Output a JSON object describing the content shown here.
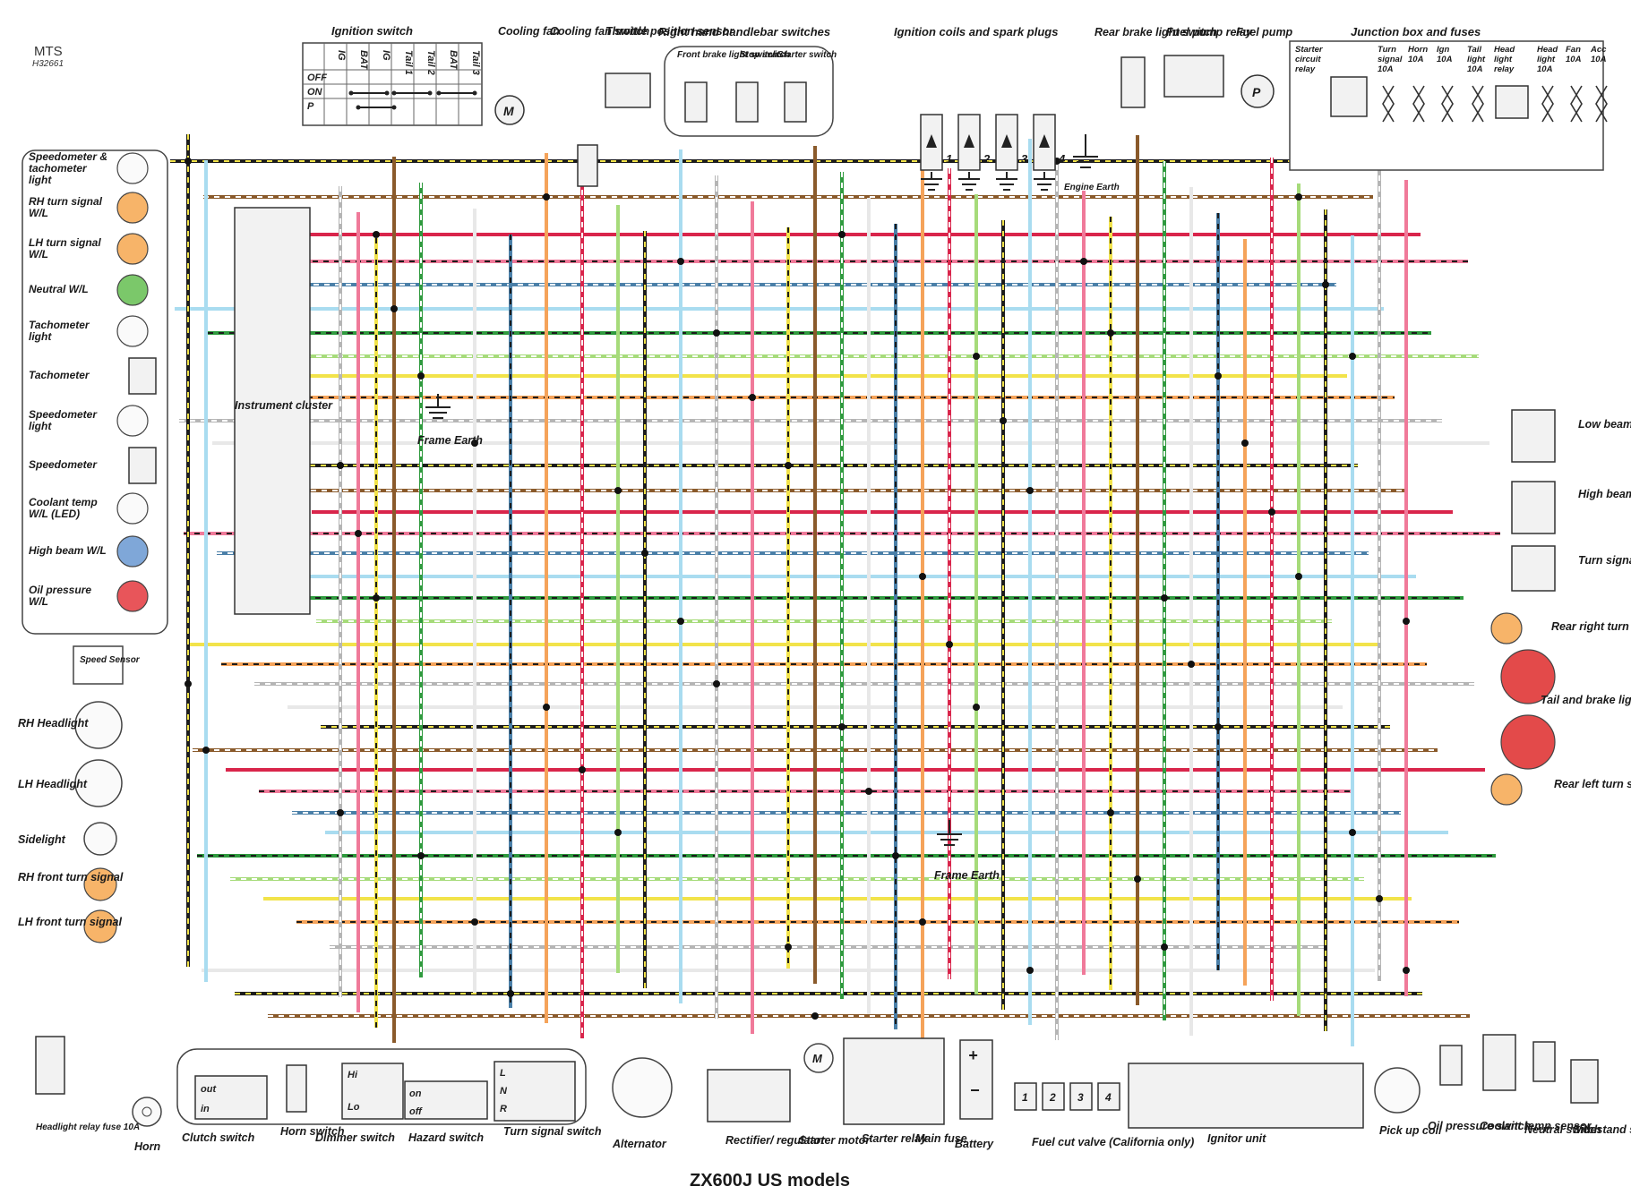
{
  "header": {
    "brand": "MTS",
    "code": "H32661",
    "model_title": "ZX600J US models"
  },
  "colors": {
    "black": "#1c1c1c",
    "brown": "#8a5a2b",
    "red": "#d9254b",
    "pink": "#f07a9a",
    "blue": "#4a7fa8",
    "light_blue": "#a9dcf0",
    "green": "#2f9a3e",
    "light_green": "#a6db7a",
    "yellow": "#f2e34a",
    "orange": "#f5a35a",
    "grey": "#b5b5b5",
    "white": "#e8e8e8"
  },
  "top_labels": {
    "ignition_switch": "Ignition switch",
    "cooling_fan": "Cooling fan",
    "cooling_fan_switch": "Cooling fan switch",
    "throttle_position_sensor": "Throttle position sensor",
    "right_handlebar": "Right hand handlebar switches",
    "front_brake_light_switch": "Front brake light switch",
    "stop_switch": "Stop switch",
    "starter_switch": "Starter switch",
    "ignition_coils": "Ignition coils and spark plugs",
    "rear_brake_light_switch": "Rear brake light switch",
    "fuel_pump_relay": "Fuel pump relay",
    "fuel_pump": "Fuel pump",
    "junction_box": "Junction box and fuses",
    "engine_earth": "Engine Earth"
  },
  "ignition_switch": {
    "columns": [
      "IG",
      "BAT",
      "IG",
      "Tail 1",
      "Tail 2",
      "BAT",
      "Tail 3"
    ],
    "rows": [
      "OFF",
      "ON",
      "P"
    ]
  },
  "coils": [
    "1",
    "2",
    "3",
    "4"
  ],
  "junction_box": {
    "items": [
      "Starter circuit relay",
      "Turn signal 10A",
      "Horn 10A",
      "Ign 10A",
      "Tail light 10A",
      "Head light relay",
      "Head light 10A",
      "Fan 10A",
      "Acc 10A"
    ]
  },
  "instrument_cluster": {
    "label": "Instrument cluster",
    "items": [
      "Speedometer & tachometer light",
      "RH turn signal W/L",
      "LH turn signal W/L",
      "Neutral W/L",
      "Tachometer light",
      "Tachometer",
      "Speedometer light",
      "Speedometer",
      "Coolant temp W/L (LED)",
      "High beam W/L",
      "Oil pressure W/L"
    ]
  },
  "left_components": {
    "speed_sensor": "Speed Sensor",
    "rh_headlight": "RH Headlight",
    "lh_headlight": "LH Headlight",
    "sidelight": "Sidelight",
    "rh_front_turn": "RH front turn signal",
    "lh_front_turn": "LH front turn signal",
    "frame_earth": "Frame Earth"
  },
  "right_components": {
    "low_beam_relay": "Low beam relay",
    "high_beam_relay": "High beam relay",
    "turn_signal_relay": "Turn signal relay",
    "rear_right_turn": "Rear right turn signal",
    "tail_brake": "Tail and brake lights",
    "rear_left_turn": "Rear left turn signal"
  },
  "bottom_components": {
    "headlight_relay_fuse": "Headlight relay fuse 10A",
    "horn": "Horn",
    "clutch_switch": "Clutch switch",
    "clutch_out": "out",
    "clutch_in": "in",
    "horn_switch": "Horn switch",
    "dimmer_switch": "Dimmer switch",
    "dimmer_hi": "Hi",
    "dimmer_lo": "Lo",
    "hazard_switch": "Hazard switch",
    "hazard_on": "on",
    "hazard_off": "off",
    "turn_signal_switch": "Turn signal switch",
    "turn_l": "L",
    "turn_n": "N",
    "turn_r": "R",
    "alternator": "Alternator",
    "rectifier": "Rectifier/ regulator",
    "starter_motor": "Starter motor",
    "starter_relay": "Starter relay",
    "main_fuse": "Main fuse",
    "battery": "Battery",
    "fuel_cut_valve": "Fuel cut valve (California only)",
    "fuel_cut_numbers": [
      "1",
      "2",
      "3",
      "4"
    ],
    "ignitor_unit": "Ignitor unit",
    "pick_up_coil": "Pick up coil",
    "oil_pressure_switch": "Oil pressure switch",
    "coolant_temp_sensor": "Coolant temp sensor",
    "neutral_switch": "Neutral switch",
    "sidestand_switch": "Sidestand switch",
    "frame_earth": "Frame Earth"
  }
}
